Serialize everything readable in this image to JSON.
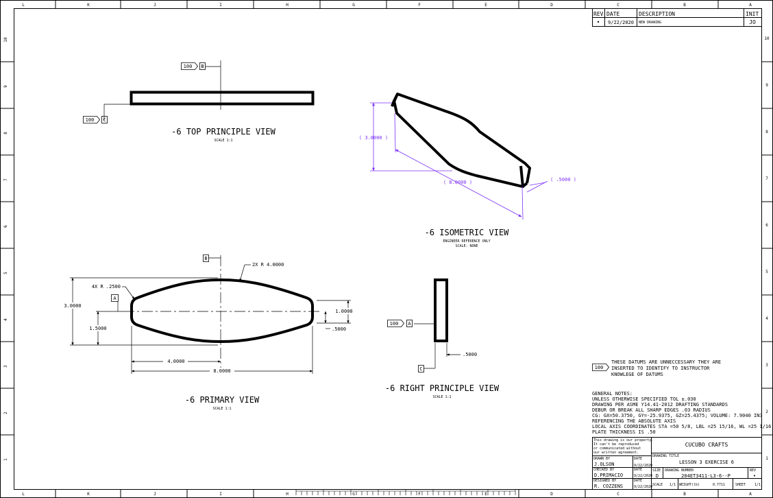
{
  "border": {
    "cols_top": [
      "L",
      "K",
      "J",
      "I",
      "H",
      "G",
      "F",
      "E",
      "D",
      "C",
      "B",
      "A"
    ],
    "cols_bottom": [
      "L",
      "K",
      "J",
      "I",
      "H",
      "G",
      "F",
      "E",
      "D",
      "C",
      "B",
      "A"
    ],
    "rows_left": [
      "10",
      "9",
      "8",
      "7",
      "6",
      "5",
      "4",
      "3",
      "2",
      "1"
    ],
    "rows_right": [
      "10",
      "9",
      "8",
      "7",
      "6",
      "5",
      "4",
      "3",
      "2",
      "1"
    ]
  },
  "revision_block": {
    "headers": {
      "rev": "REV",
      "date": "DATE",
      "description": "DESCRIPTION",
      "init": "INIT"
    },
    "row": {
      "rev": "•",
      "date": "9/22/2020",
      "description": "NEW DRAWING",
      "init": "JO"
    }
  },
  "views": {
    "top": {
      "title": "-6 TOP PRINCIPLE VIEW",
      "scale": "SCALE 1:1",
      "flag_b": "100",
      "datum_b": "B",
      "flag_c": "100",
      "datum_c": "C"
    },
    "iso": {
      "title": "-6 ISOMETRIC VIEW",
      "sub1": "ENGINEER REFERENCE ONLY",
      "sub2": "SCALE: NONE",
      "dim_height": "( 3.0000 )",
      "dim_length": "( 8.0000 )",
      "dim_thick": "( .5000 )"
    },
    "primary": {
      "title": "-6 PRIMARY VIEW",
      "scale": "SCALE 1:1",
      "datum_b": "B",
      "datum_a": "A",
      "callout_radius_large": "2X R 4.0000",
      "callout_radius_small": "4X R .2500",
      "dim_total_height": "3.0000",
      "dim_half_height": "1.5000",
      "dim_end_height": "1.0000",
      "dim_end_half": ".5000",
      "dim_half_length": "4.0000",
      "dim_total_length": "8.0000"
    },
    "right": {
      "title": "-6 RIGHT PRINCIPLE VIEW",
      "scale": "SCALE 1:1",
      "flag_a": "100",
      "datum_a": "A",
      "datum_c": "C",
      "dim_thick": ".5000"
    }
  },
  "datum_note": {
    "flag": "100",
    "lines": [
      "THESE DATUMS ARE UNNECCESSARY THEY ARE",
      "INSERTED TO IDENTIFY TO INSTRUCTOR",
      "KNOWLEGE OF DATUMS"
    ]
  },
  "general_notes": {
    "lines": [
      "GENERAL NOTES:",
      "UNLESS OTHERWISE SPECIFIED TOL ±.030",
      "DRAWING PER ASME Y14.41-2012 DRAFTING STANDARDS",
      "DEBUR OR BREAK ALL SHARP EDGES .03 RADIUS",
      "CG: GX=50.3750, GY=-25.9375, GZ=25.4375; VOLUME: 7.9040 IN3",
      "REFERENCING THE ABSOLUTE AXIS",
      "LOCAL AXIS COORDINATES STA =50 5/8, LBL =25 15/16, WL =25 1/16",
      "PLATE THICKNESS IS .50"
    ]
  },
  "title_block": {
    "proprietary": [
      "This drawing is our property.",
      "It can't be reproduced",
      "or communicated without",
      "our written agreement."
    ],
    "company": "CUCUBO CRAFTS",
    "drawing_title_label": "DRAWING TITLE",
    "drawing_title": "LESSON 3 EXERCISE 6",
    "drawn_by_label": "DRAWN BY",
    "drawn_by": "J.OLSON",
    "checked_by_label": "CHECKED BY",
    "checked_by": "D.PRIMACIO",
    "designed_by_label": "DESIGNED BY",
    "designed_by": "R. COZZENS",
    "date_label": "DATE",
    "date_val": "9/22/2020",
    "size_label": "SIZE",
    "size": "D",
    "drawing_number_label": "DRAWING NUMBER",
    "drawing_number": "204ET3411-L3-6--P",
    "rev_label": "REV",
    "rev": "•",
    "scale_label": "SCALE",
    "scale": "1/1",
    "weight_label": "WEIGHT(lb)",
    "weight": "0.7711",
    "sheet_label": "SHEET",
    "sheet": "1/1"
  }
}
